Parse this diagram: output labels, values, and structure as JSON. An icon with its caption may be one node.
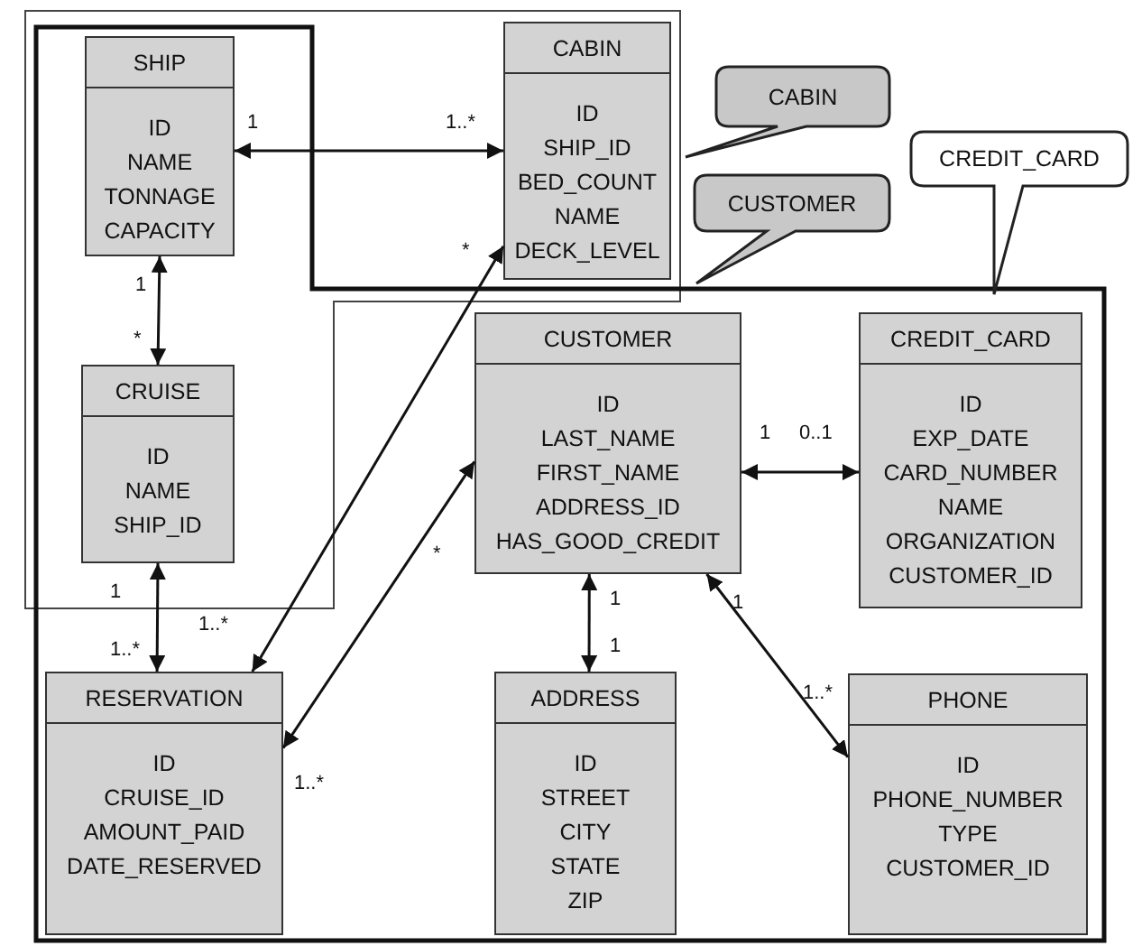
{
  "diagram": {
    "nodes": [
      {
        "text": [
          "SHIP",
          "ID",
          "NAME",
          "TONNAGE",
          "CAPACITY"
        ]
      },
      {
        "text": [
          "CABIN",
          "ID",
          "SHIP_ID",
          "BED_COUNT",
          "NAME",
          "DECK_LEVEL"
        ]
      },
      {
        "text": [
          "CABIN"
        ]
      },
      {
        "text": [
          "CREDIT_CARD"
        ]
      },
      {
        "text": [
          "CUSTOMER"
        ]
      },
      {
        "text": [
          "CRUISE",
          "ID",
          "NAME",
          "SHIP_ID"
        ]
      },
      {
        "text": [
          "CUSTOMER",
          "ID",
          "LAST_NAME",
          "FIRST_NAME",
          "ADDRESS_ID",
          "HAS_GOOD_CREDIT"
        ]
      },
      {
        "text": [
          "CREDIT_CARD",
          "ID",
          "EXP_DATE",
          "CARD_NUMBER",
          "NAME",
          "ORGANIZATION",
          "CUSTOMER_ID"
        ]
      },
      {
        "text": [
          "RESERVATION",
          "ID",
          "CRUISE_ID",
          "AMOUNT_PAID",
          "DATE_RESERVED"
        ]
      },
      {
        "text": [
          "ADDRESS",
          "ID",
          "STREET",
          "CITY",
          "STATE",
          "ZIP"
        ]
      },
      {
        "text": [
          "PHONE",
          "ID",
          "PHONE_NUMBER",
          "TYPE",
          "CUSTOMER_ID"
        ]
      }
    ],
    "edges": [
      {
        "from": 0,
        "to": 1,
        "arrow": "both"
      },
      {
        "from": 0,
        "to": 5,
        "arrow": "both"
      },
      {
        "from": 5,
        "to": 8,
        "arrow": "both"
      },
      {
        "from": 1,
        "to": 8,
        "arrow": "both"
      },
      {
        "from": 6,
        "to": 8,
        "arrow": "both"
      },
      {
        "from": 6,
        "to": 7,
        "arrow": "both"
      },
      {
        "from": 6,
        "to": 9,
        "arrow": "both"
      },
      {
        "from": 6,
        "to": 10,
        "arrow": "both"
      }
    ],
    "labels": [
      "1",
      "1..*",
      "*",
      "1",
      "*",
      "1",
      "0..1",
      "*",
      "1",
      "1",
      "1",
      "1..*",
      "1..*",
      "1",
      "1..*",
      "1..*"
    ]
  }
}
